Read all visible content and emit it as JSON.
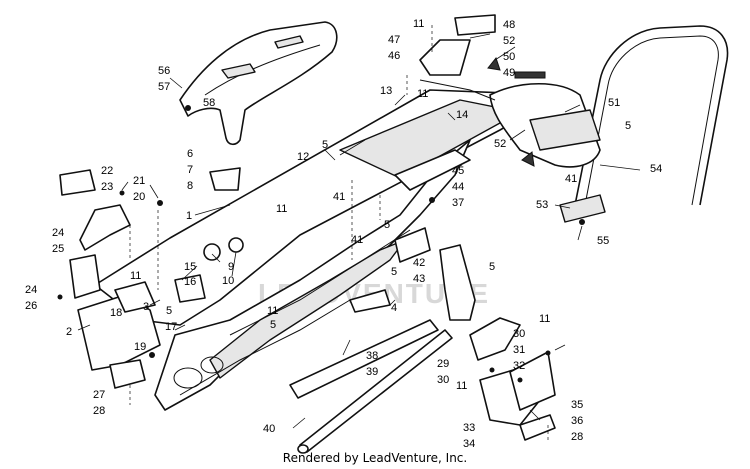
{
  "watermark": "LEADVENTURE",
  "footer": {
    "credit": "Rendered by LeadVenture, Inc."
  },
  "callouts": {
    "c1": "1",
    "c2": "2",
    "c3": "3",
    "c4": "4",
    "c5a": "5",
    "c5b": "5",
    "c5c": "5",
    "c5d": "5",
    "c5e": "5",
    "c5f": "5",
    "c5g": "5",
    "c6": "6",
    "c7": "7",
    "c8": "8",
    "c9": "9",
    "c10": "10",
    "c11a": "11",
    "c11b": "11",
    "c11c": "11",
    "c11d": "11",
    "c11e": "11",
    "c11f": "11",
    "c11g": "11",
    "c12": "12",
    "c13": "13",
    "c14": "14",
    "c15": "15",
    "c16": "16",
    "c17": "17",
    "c18": "18",
    "c19": "19",
    "c20": "20",
    "c21": "21",
    "c22": "22",
    "c23": "23",
    "c24a": "24",
    "c24b": "24",
    "c25": "25",
    "c26": "26",
    "c27": "27",
    "c28a": "28",
    "c28b": "28",
    "c29": "29",
    "c30a": "30",
    "c30b": "30",
    "c31": "31",
    "c32": "32",
    "c33": "33",
    "c34": "34",
    "c35": "35",
    "c36": "36",
    "c37": "37",
    "c38": "38",
    "c39": "39",
    "c40": "40",
    "c41a": "41",
    "c41b": "41",
    "c41c": "41",
    "c42": "42",
    "c43": "43",
    "c44": "44",
    "c45": "45",
    "c46": "46",
    "c47": "47",
    "c48": "48",
    "c49": "49",
    "c50": "50",
    "c51": "51",
    "c52a": "52",
    "c52b": "52",
    "c53": "53",
    "c54": "54",
    "c55": "55",
    "c56": "56",
    "c57": "57",
    "c58": "58"
  }
}
